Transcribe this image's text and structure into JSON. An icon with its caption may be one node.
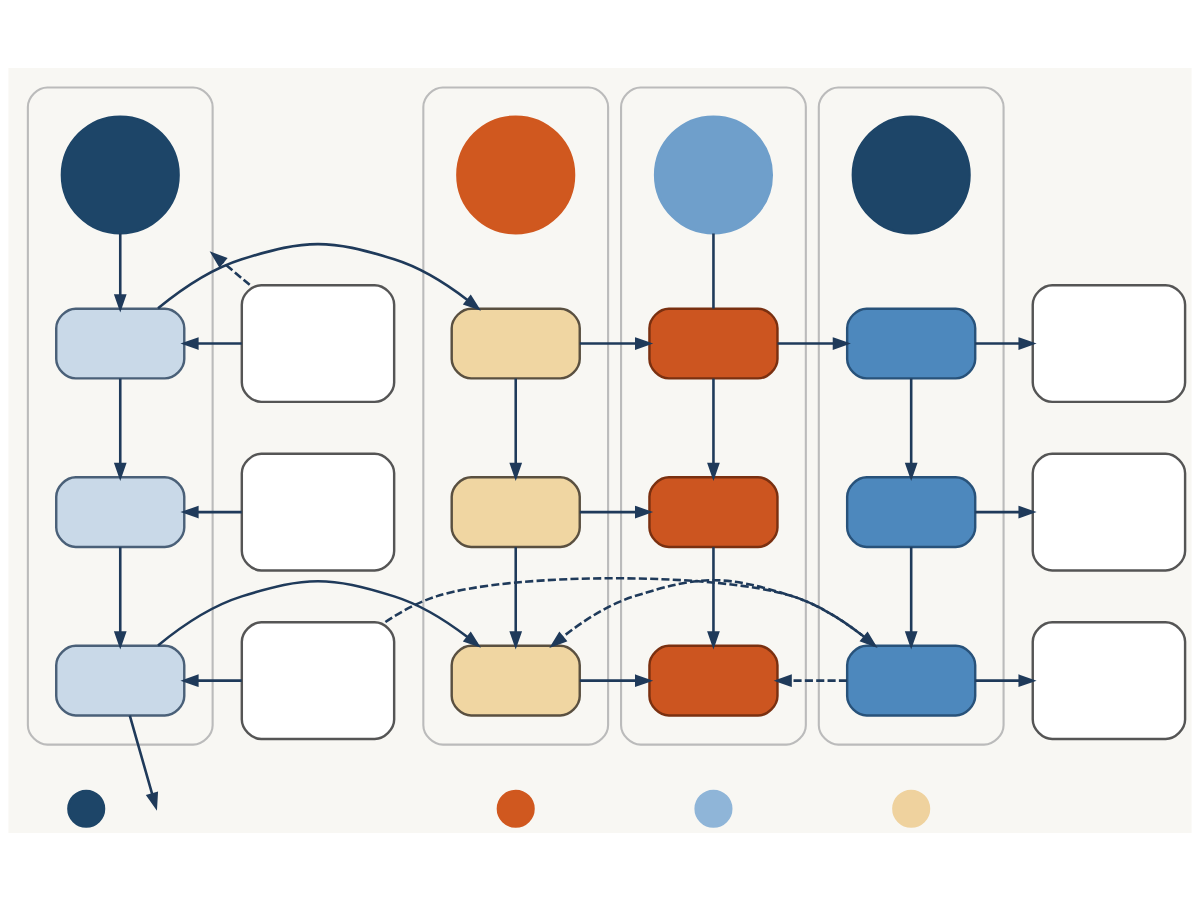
{
  "diagram": {
    "nodes": [
      {
        "text": [],
        "shape": "box"
      },
      {
        "text": [],
        "shape": "box"
      },
      {
        "text": [],
        "shape": "box"
      },
      {
        "text": [],
        "shape": "box"
      },
      {
        "text": [],
        "shape": "circle",
        "in": 3
      },
      {
        "text": [],
        "shape": "box",
        "in": 3
      },
      {
        "text": [],
        "shape": "box",
        "in": 3
      },
      {
        "text": [],
        "shape": "box",
        "in": 3
      },
      {
        "text": [],
        "shape": "box"
      },
      {
        "text": [],
        "shape": "circle",
        "in": 8
      },
      {
        "text": [],
        "shape": "box",
        "in": 8
      },
      {
        "text": [],
        "shape": "box",
        "in": 8
      },
      {
        "text": [],
        "shape": "box",
        "in": 8
      },
      {
        "text": [],
        "shape": "box"
      },
      {
        "text": [],
        "shape": "circle",
        "in": 13
      },
      {
        "text": [],
        "shape": "box",
        "in": 13
      },
      {
        "text": [],
        "shape": "box",
        "in": 13
      },
      {
        "text": [],
        "shape": "box",
        "in": 13
      },
      {
        "text": [],
        "shape": "box"
      },
      {
        "text": [],
        "shape": "circle",
        "in": 18
      },
      {
        "text": [],
        "shape": "box",
        "in": 18
      },
      {
        "text": [],
        "shape": "box",
        "in": 18
      },
      {
        "text": [],
        "shape": "box",
        "in": 18
      },
      {
        "text": [],
        "shape": "box"
      },
      {
        "text": [],
        "shape": "box"
      },
      {
        "text": [],
        "shape": "box"
      },
      {
        "text": [],
        "shape": "circle"
      },
      {
        "text": [],
        "shape": "circle"
      },
      {
        "text": [],
        "shape": "circle"
      },
      {
        "text": [],
        "shape": "circle"
      }
    ],
    "edges": [
      {
        "from": 0,
        "to": 3,
        "arrow": "to",
        "style": "dashed"
      },
      {
        "from": 0,
        "to": 5,
        "arrow": "to"
      },
      {
        "from": 1,
        "to": 6,
        "arrow": "to"
      },
      {
        "from": 2,
        "to": 7,
        "arrow": "to"
      },
      {
        "from": 4,
        "to": 5,
        "arrow": "to"
      },
      {
        "from": 5,
        "to": 6,
        "arrow": "to"
      },
      {
        "from": 6,
        "to": 7,
        "arrow": "to"
      },
      {
        "from": 5,
        "to": 10,
        "arrow": "to"
      },
      {
        "from": 7,
        "to": 12,
        "arrow": "to"
      },
      {
        "from": 10,
        "to": 11,
        "arrow": "to"
      },
      {
        "from": 11,
        "to": 12,
        "arrow": "to"
      },
      {
        "from": 10,
        "to": 15,
        "arrow": "to"
      },
      {
        "from": 11,
        "to": 16,
        "arrow": "to"
      },
      {
        "from": 12,
        "to": 17,
        "arrow": "to"
      },
      {
        "from": 14,
        "to": 15,
        "arrow": "none"
      },
      {
        "from": 15,
        "to": 16,
        "arrow": "to"
      },
      {
        "from": 16,
        "to": 17,
        "arrow": "to"
      },
      {
        "from": 15,
        "to": 20,
        "arrow": "to"
      },
      {
        "from": 20,
        "to": 21,
        "arrow": "to"
      },
      {
        "from": 21,
        "to": 22,
        "arrow": "to"
      },
      {
        "from": 20,
        "to": 23,
        "arrow": "to"
      },
      {
        "from": 21,
        "to": 24,
        "arrow": "to"
      },
      {
        "from": 22,
        "to": 25,
        "arrow": "to"
      },
      {
        "from": 7,
        "to": null,
        "arrow": "to"
      },
      {
        "from": 22,
        "to": 12,
        "arrow": "to",
        "style": "dashed"
      },
      {
        "from": 22,
        "to": 17,
        "arrow": "to",
        "style": "dashed"
      },
      {
        "from": 2,
        "to": 22,
        "arrow": "to",
        "style": "dashed"
      }
    ]
  }
}
